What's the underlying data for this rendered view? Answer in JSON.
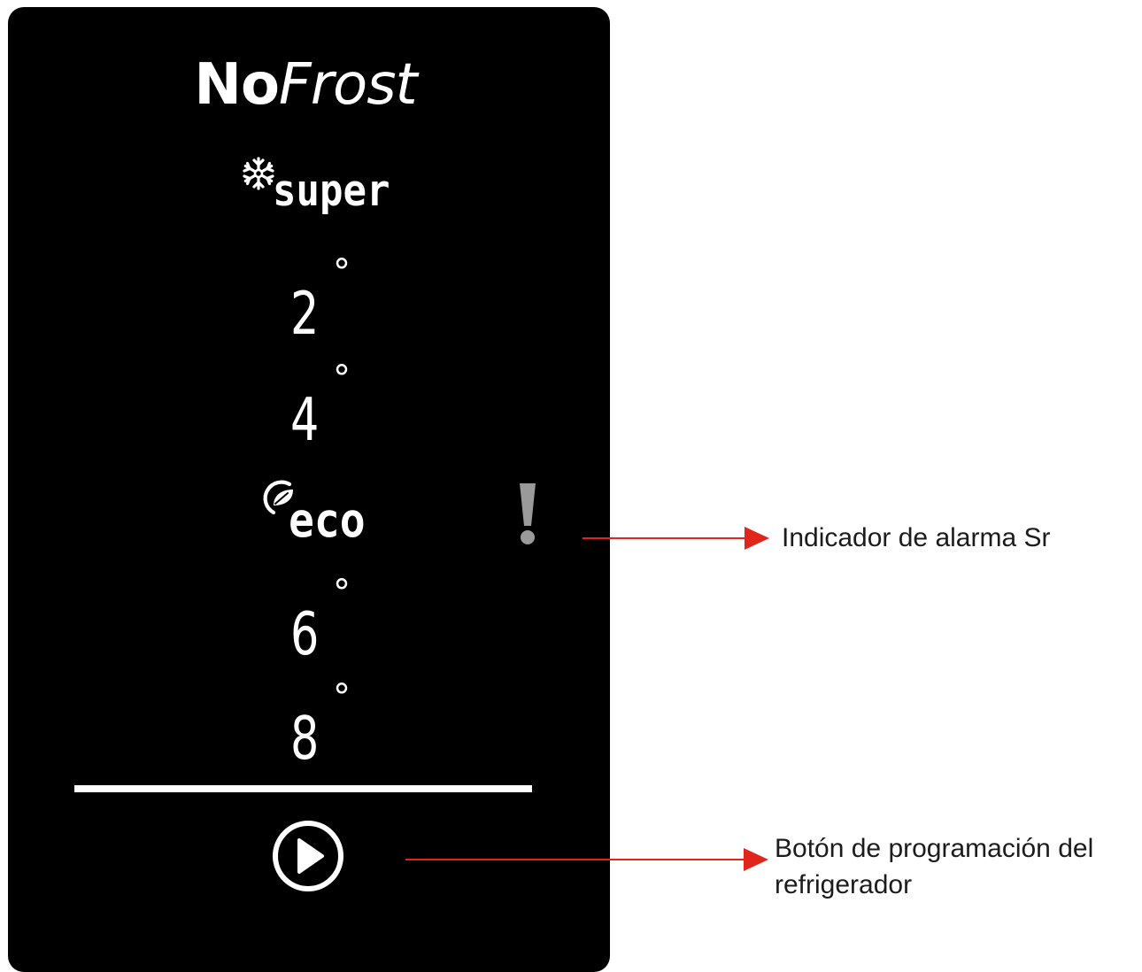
{
  "panel": {
    "brand": {
      "part1": "No",
      "part2": "Frost"
    },
    "modes": {
      "super_label": "super",
      "eco_label": "eco"
    },
    "temperatures": [
      {
        "value": "2",
        "unit": "°"
      },
      {
        "value": "4",
        "unit": "°"
      },
      {
        "value": "6",
        "unit": "°"
      },
      {
        "value": "8",
        "unit": "°"
      }
    ]
  },
  "annotations": {
    "alarm": {
      "text": "Indicador de alarma Sr"
    },
    "program_button": {
      "line1": "Botón de programación del",
      "line2": "refrigerador"
    }
  },
  "colors": {
    "panel_background": "#000000",
    "panel_foreground": "#ffffff",
    "alarm_icon": "#9a9a9a",
    "callout_arrow": "#e0261b",
    "callout_text": "#1c1c1c"
  },
  "icons": [
    "snowflake-icon",
    "eco-leaf-icon",
    "alarm-exclamation-icon",
    "play-icon"
  ]
}
